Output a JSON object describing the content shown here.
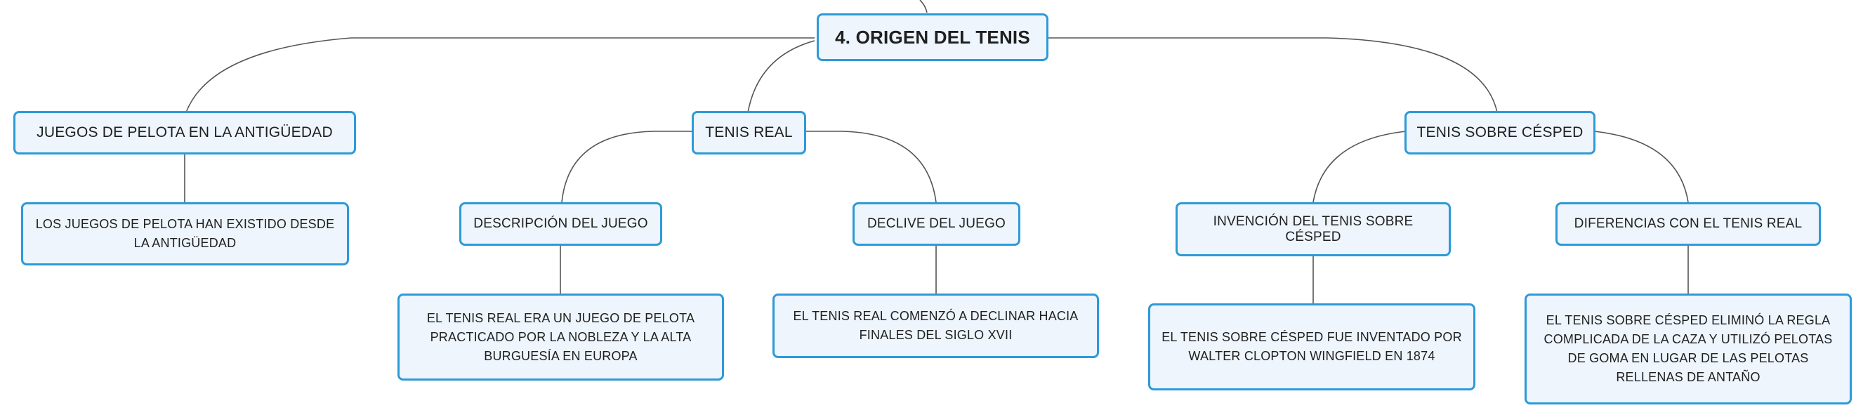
{
  "diagram": {
    "root": {
      "label": "4. ORIGEN DEL TENIS"
    },
    "branches": [
      {
        "label": "JUEGOS DE PELOTA EN LA ANTIGÜEDAD",
        "details": [
          {
            "label": "LOS JUEGOS DE PELOTA HAN EXISTIDO DESDE LA ANTIGÜEDAD"
          }
        ]
      },
      {
        "label": "TENIS REAL",
        "children": [
          {
            "label": "DESCRIPCIÓN DEL JUEGO",
            "detail": "EL TENIS REAL ERA UN JUEGO DE PELOTA PRACTICADO POR LA NOBLEZA Y LA ALTA BURGUESÍA EN EUROPA"
          },
          {
            "label": "DECLIVE DEL JUEGO",
            "detail": "EL TENIS REAL COMENZÓ A DECLINAR HACIA FINALES DEL SIGLO XVII"
          }
        ]
      },
      {
        "label": "TENIS SOBRE CÉSPED",
        "children": [
          {
            "label": "INVENCIÓN DEL TENIS SOBRE CÉSPED",
            "detail": "EL TENIS SOBRE CÉSPED FUE INVENTADO POR WALTER CLOPTON WINGFIELD EN 1874"
          },
          {
            "label": "DIFERENCIAS CON EL TENIS REAL",
            "detail": "EL TENIS SOBRE CÉSPED ELIMINÓ LA REGLA COMPLICADA DE LA CAZA Y UTILIZÓ PELOTAS DE GOMA EN LUGAR DE LAS PELOTAS RELLENAS DE ANTAÑO"
          }
        ]
      }
    ]
  },
  "colors": {
    "node_border": "#2d9ad8",
    "node_fill": "#eef5fc",
    "connector": "#555555",
    "text": "#1f1f1f"
  }
}
